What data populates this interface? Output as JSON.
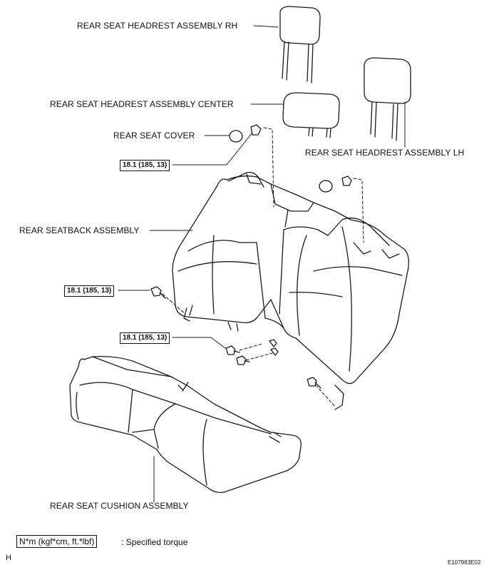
{
  "labels": {
    "headrest_rh": "REAR SEAT HEADREST ASSEMBLY RH",
    "headrest_center": "REAR SEAT HEADREST ASSEMBLY CENTER",
    "seat_cover": "REAR SEAT COVER",
    "headrest_lh": "REAR SEAT HEADREST ASSEMBLY LH",
    "seatback": "REAR SEATBACK ASSEMBLY",
    "cushion": "REAR SEAT CUSHION ASSEMBLY"
  },
  "torque": {
    "t1": "18.1 (185, 13)",
    "t2": "18.1 (185, 13)",
    "t3": "18.1 (185, 13)"
  },
  "legend": {
    "unit": "N*m (kgf*cm, ft.*lbf)",
    "text": ": Specified torque"
  },
  "corner_mark": "H",
  "figure_code": "E107983E02"
}
